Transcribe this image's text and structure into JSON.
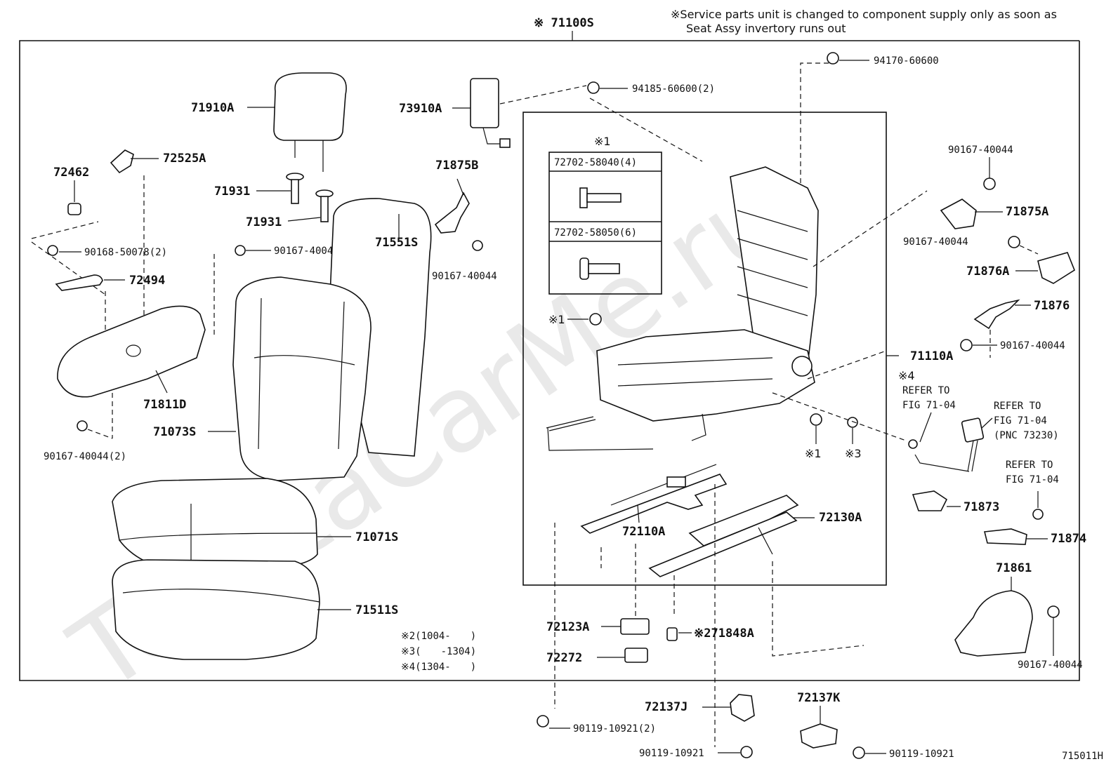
{
  "watermark": "ToyotaCarMe.ru",
  "header": {
    "assembly_label": "※ 71100S",
    "service_note_line1": "※Service parts unit is changed to component supply only as soon as",
    "service_note_line2": "Seat Assy invertory runs out"
  },
  "labels": {
    "p71910A": "71910A",
    "p73910A": "73910A",
    "p94185": "94185-60600(2)",
    "p94170": "94170-60600",
    "p72525A": "72525A",
    "p72462": "72462",
    "p71931a": "71931",
    "p71931b": "71931",
    "p71875B": "71875B",
    "p90168": "90168-50078(2)",
    "p90167_top": "90167-40044",
    "p71551S": "71551S",
    "p90167_b": "90167-40044",
    "p72494": "72494",
    "p71811D": "71811D",
    "p71073S": "71073S",
    "p90167_2": "90167-40044(2)",
    "p71071S": "71071S",
    "p71511S": "71511S",
    "p90167_r1": "90167-40044",
    "p71875A": "71875A",
    "p90167_r2": "90167-40044",
    "p71876A": "71876A",
    "p71876": "71876",
    "p90167_r3": "90167-40044",
    "p71110A": "71110A",
    "p72110A": "72110A",
    "p72130A": "72130A",
    "p71873": "71873",
    "p71874": "71874",
    "p71861": "71861",
    "p90167_r4": "90167-40044",
    "p72123A": "72123A",
    "p72272": "72272",
    "p71848A": "※271848A",
    "p72137J": "72137J",
    "p72137K": "72137K",
    "p90119_2": "90119-10921(2)",
    "p90119_a": "90119-10921",
    "p90119_b": "90119-10921",
    "mark1_a": "※1",
    "mark1_b": "※1",
    "mark3": "※3",
    "mark4": "※4"
  },
  "inset": {
    "title": "※1",
    "bolt1": "72702-58040(4)",
    "bolt2": "72702-58050(6)"
  },
  "refers": {
    "r1_line1": "REFER TO",
    "r1_line2": "FIG 71-04",
    "r2_line1": "REFER TO",
    "r2_line2": "FIG 71-04",
    "r2_line3": "(PNC 73230)",
    "r3_line1": "REFER TO",
    "r3_line2": "FIG 71-04"
  },
  "footnotes": {
    "n2": "※2(1004-　　)",
    "n3": "※3(　　-1304)",
    "n4": "※4(1304-　　)"
  },
  "figure_code": "715011H"
}
